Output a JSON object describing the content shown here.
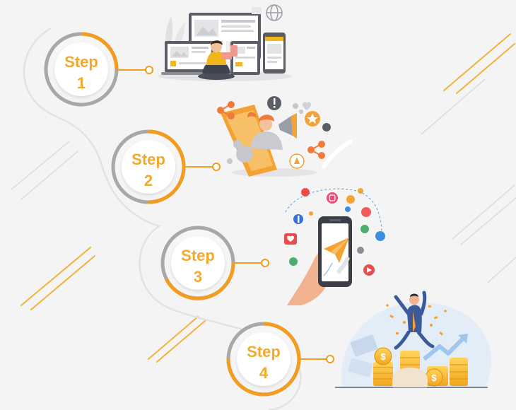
{
  "colors": {
    "background": "#f4f4f5",
    "accent_orange": "#f39c1f",
    "accent_light_orange": "#f7c15a",
    "ring_gray": "#a8a8a8",
    "path_gray": "#e2e2e2",
    "text_orange": "#f2a92c"
  },
  "steps": [
    {
      "word": "Step",
      "number": "1",
      "illustration": "web-design-illustration",
      "icon_names": [
        "monitor-icon",
        "tablet-icon",
        "phone-icon",
        "globe-icon",
        "person-laptop-icon"
      ]
    },
    {
      "word": "Step",
      "number": "2",
      "illustration": "social-promotion-illustration",
      "icon_names": [
        "megaphone-icon",
        "share-icon",
        "heart-icon",
        "star-icon",
        "like-icon"
      ]
    },
    {
      "word": "Step",
      "number": "3",
      "illustration": "mobile-marketing-illustration",
      "icon_names": [
        "smartphone-icon",
        "paper-plane-icon",
        "facebook-icon",
        "instagram-icon",
        "youtube-icon"
      ]
    },
    {
      "word": "Step",
      "number": "4",
      "illustration": "success-profit-illustration",
      "icon_names": [
        "jumping-person-icon",
        "coin-stack-icon",
        "growth-arrow-icon",
        "money-icon"
      ]
    }
  ]
}
